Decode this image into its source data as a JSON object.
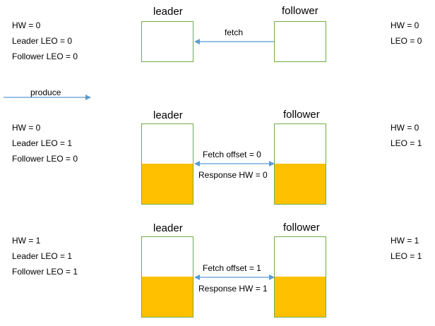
{
  "colors": {
    "box_border": "#70AD47",
    "log_fill": "#FFC000",
    "arrow": "#5B9BD5"
  },
  "stage1": {
    "leader_label": "leader",
    "follower_label": "follower",
    "request": "fetch",
    "leader_info": [
      "HW = 0",
      "Leader LEO = 0",
      "Follower LEO = 0"
    ],
    "follower_info": [
      "HW = 0",
      "LEO = 0"
    ]
  },
  "produce_label": "produce",
  "stage2": {
    "leader_label": "leader",
    "follower_label": "follower",
    "request": "Fetch offset = 0",
    "response": "Response HW  = 0",
    "leader_info": [
      "HW = 0",
      "Leader LEO = 1",
      "Follower LEO = 0"
    ],
    "follower_info": [
      "HW = 0",
      "LEO = 1"
    ]
  },
  "stage3": {
    "leader_label": "leader",
    "follower_label": "follower",
    "request": "Fetch offset = 1",
    "response": "Response HW  = 1",
    "leader_info": [
      "HW = 1",
      "Leader LEO = 1",
      "Follower LEO = 1"
    ],
    "follower_info": [
      "HW = 1",
      "LEO = 1"
    ]
  }
}
